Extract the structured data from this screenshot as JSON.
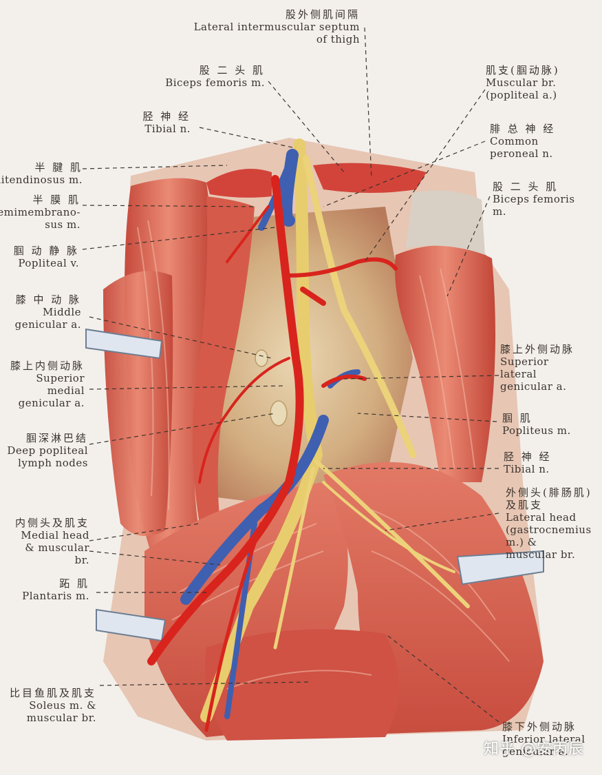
{
  "labels": [
    {
      "id": "lateral-intermuscular-septum",
      "zh": "股外侧肌间隔",
      "en": [
        "Lateral intermuscular septum",
        "of thigh"
      ]
    },
    {
      "id": "biceps-femoris-top",
      "zh": "股 二 头 肌",
      "en": [
        "Biceps femoris m."
      ]
    },
    {
      "id": "tibial-nerve-top",
      "zh": "胫 神 经",
      "en": [
        "Tibial n."
      ]
    },
    {
      "id": "semitendinosus",
      "zh": "半 腱 肌",
      "en": [
        "Semitendinosus m."
      ]
    },
    {
      "id": "semimembranosus",
      "zh": "半 膜 肌",
      "en": [
        "Semimembrano-",
        "sus m."
      ]
    },
    {
      "id": "popliteal-vein",
      "zh": "腘 动 静 脉",
      "en": [
        "Popliteal v."
      ]
    },
    {
      "id": "middle-genicular-artery",
      "zh": "膝 中 动 脉",
      "en": [
        "Middle",
        "genicular a."
      ]
    },
    {
      "id": "superior-medial-genicular-artery",
      "zh": "膝上内侧动脉",
      "en": [
        "Superior",
        "medial",
        "genicular a."
      ]
    },
    {
      "id": "deep-popliteal-lymph-nodes",
      "zh": "腘深淋巴结",
      "en": [
        "Deep popliteal",
        "lymph nodes"
      ]
    },
    {
      "id": "medial-head-muscular-branch",
      "zh": "内侧头及肌支",
      "en": [
        "Medial head",
        "& muscular",
        "br."
      ]
    },
    {
      "id": "plantaris",
      "zh": "跖    肌",
      "en": [
        "Plantaris m."
      ]
    },
    {
      "id": "soleus",
      "zh": "比目鱼肌及肌支",
      "en": [
        "Soleus m. &",
        "muscular br."
      ]
    },
    {
      "id": "muscular-branch-popliteal",
      "zh": "肌支(腘动脉)",
      "en": [
        "Muscular br.",
        "(popliteal a.)"
      ]
    },
    {
      "id": "common-peroneal-nerve",
      "zh": "腓 总 神 经",
      "en": [
        "Common",
        "peroneal n."
      ]
    },
    {
      "id": "biceps-femoris-right",
      "zh": "股 二 头 肌",
      "en": [
        "Biceps femoris",
        "m."
      ]
    },
    {
      "id": "superior-lateral-genicular-artery",
      "zh": "膝上外侧动脉",
      "en": [
        "Superior",
        "lateral",
        "genicular a."
      ]
    },
    {
      "id": "popliteus",
      "zh": "腘    肌",
      "en": [
        "Popliteus m."
      ]
    },
    {
      "id": "tibial-nerve-right",
      "zh": "胫 神 经",
      "en": [
        "Tibial n."
      ]
    },
    {
      "id": "lateral-head-gastrocnemius",
      "zh": "外侧头(腓肠肌)",
      "zh2": "及肌支",
      "en": [
        "Lateral head",
        "(gastrocnemius",
        "m.) &",
        "muscular br."
      ]
    },
    {
      "id": "inferior-lateral-genicular-artery",
      "zh": "膝下外侧动脉",
      "en": [
        "Inferior lateral",
        "genicular a."
      ]
    }
  ],
  "watermark": "知乎 @安丙辰",
  "colors": {
    "muscle": "#d9604f",
    "muscle_light": "#ee9f8a",
    "artery": "#d8241d",
    "vein": "#3f5fb0",
    "nerve": "#ecd27a",
    "fascia": "#dfd6c6",
    "leader": "#3a332d"
  }
}
